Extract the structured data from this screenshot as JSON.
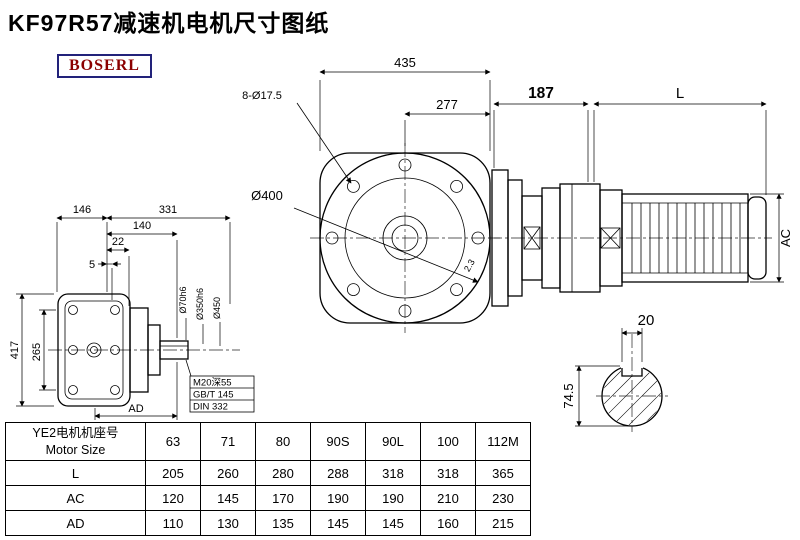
{
  "page": {
    "title": "KF97R57减速机电机尺寸图纸",
    "logo": "BOSERL"
  },
  "front_view": {
    "dim_width": "435",
    "bolt_holes": "8-Ø17.5",
    "dim_offset": "277",
    "dim_flange": "Ø400",
    "detail_note": "2.3"
  },
  "side_view": {
    "dim_gearbox": "187",
    "dim_motor_length": "L",
    "dim_motor_height": "AC"
  },
  "left_view": {
    "dim_146": "146",
    "dim_331": "331",
    "dim_140": "140",
    "dim_22": "22",
    "dim_5": "5",
    "dim_417": "417",
    "dim_265": "265",
    "dim_ad": "AD",
    "shaft_dia": "Ø70h6",
    "spigot_dia": "Ø350h6",
    "flange_dia": "Ø450",
    "tap_note_1": "M20深55",
    "tap_note_2": "GB/T 145",
    "tap_note_3": "DIN 332"
  },
  "shaft_section": {
    "key_width": "20",
    "key_height": "74.5"
  },
  "table": {
    "header_cn": "YE2电机机座号",
    "header_en": "Motor Size",
    "sizes": [
      "63",
      "71",
      "80",
      "90S",
      "90L",
      "100",
      "112M"
    ],
    "rows": [
      {
        "label": "L",
        "values": [
          "205",
          "260",
          "280",
          "288",
          "318",
          "318",
          "365"
        ]
      },
      {
        "label": "AC",
        "values": [
          "120",
          "145",
          "170",
          "190",
          "190",
          "210",
          "230"
        ]
      },
      {
        "label": "AD",
        "values": [
          "110",
          "130",
          "135",
          "145",
          "145",
          "160",
          "215"
        ]
      }
    ]
  }
}
